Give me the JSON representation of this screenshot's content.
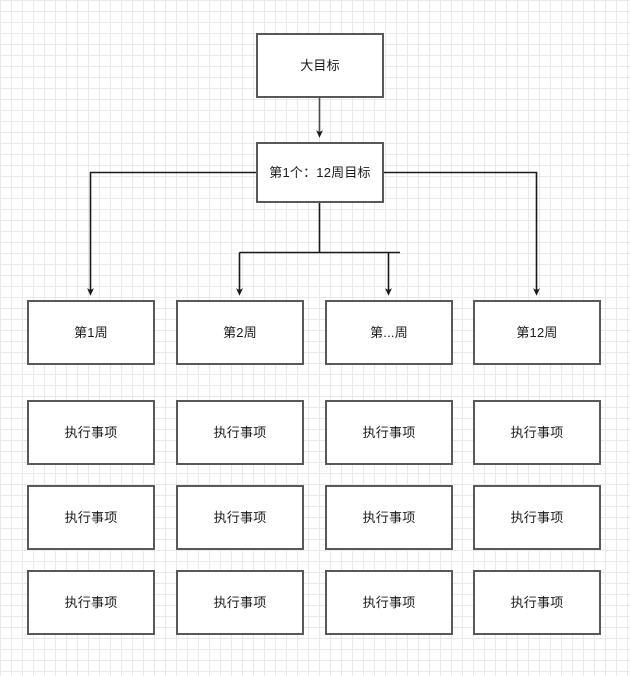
{
  "diagram": {
    "type": "flowchart",
    "title_node": {
      "label": "大目标"
    },
    "goal_node": {
      "label": "第1个：12周目标"
    },
    "weeks": [
      {
        "label": "第1周"
      },
      {
        "label": "第2周"
      },
      {
        "label": "第...周"
      },
      {
        "label": "第12周"
      }
    ],
    "actions": [
      [
        {
          "label": "执行事项"
        },
        {
          "label": "执行事项"
        },
        {
          "label": "执行事项"
        },
        {
          "label": "执行事项"
        }
      ],
      [
        {
          "label": "执行事项"
        },
        {
          "label": "执行事项"
        },
        {
          "label": "执行事项"
        },
        {
          "label": "执行事项"
        }
      ],
      [
        {
          "label": "执行事项"
        },
        {
          "label": "执行事项"
        },
        {
          "label": "执行事项"
        },
        {
          "label": "执行事项"
        }
      ]
    ],
    "colors": {
      "node_border": "#595959",
      "node_fill": "#ffffff",
      "edge": "#1a1a1a",
      "grid_minor": "#e9e9e9",
      "grid_major": "#d2d2d2",
      "canvas": "#ffffff",
      "text": "#1a1a1a"
    }
  }
}
